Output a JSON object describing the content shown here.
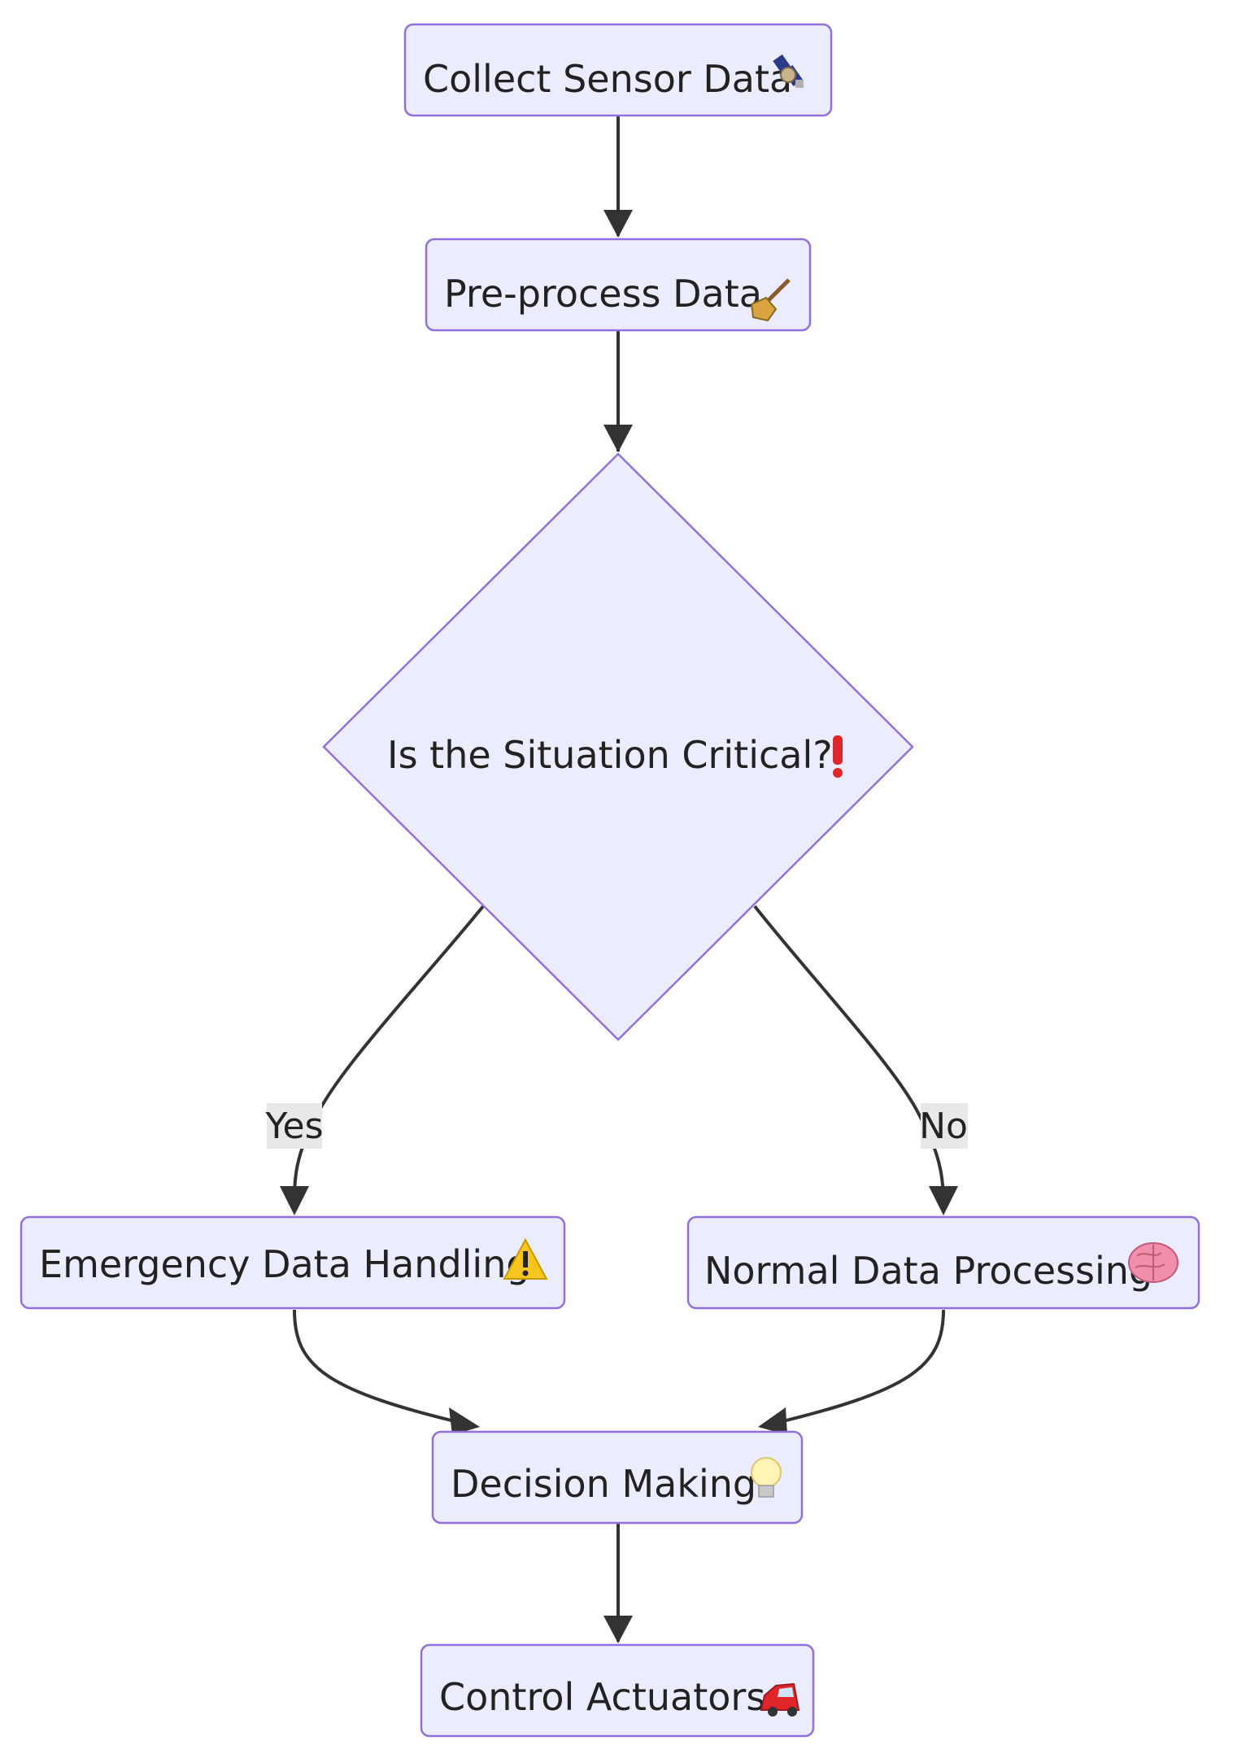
{
  "nodes": {
    "collect": {
      "label": "Collect Sensor Data",
      "icon": "satellite-icon"
    },
    "preprocess": {
      "label": "Pre-process Data",
      "icon": "broom-icon"
    },
    "decision": {
      "label": "Is the Situation Critical?",
      "icon": "exclamation-icon"
    },
    "emergency": {
      "label": "Emergency Data Handling",
      "icon": "warning-icon"
    },
    "normal": {
      "label": "Normal Data Processing",
      "icon": "brain-icon"
    },
    "decisionMaking": {
      "label": "Decision Making",
      "icon": "lightbulb-icon"
    },
    "control": {
      "label": "Control Actuators",
      "icon": "car-icon"
    }
  },
  "edges": {
    "yes_label": "Yes",
    "no_label": "No"
  },
  "colors": {
    "node_fill": "#ececff",
    "node_stroke": "#9370db",
    "edge": "#333333",
    "label_bg": "#e8e8e8"
  }
}
